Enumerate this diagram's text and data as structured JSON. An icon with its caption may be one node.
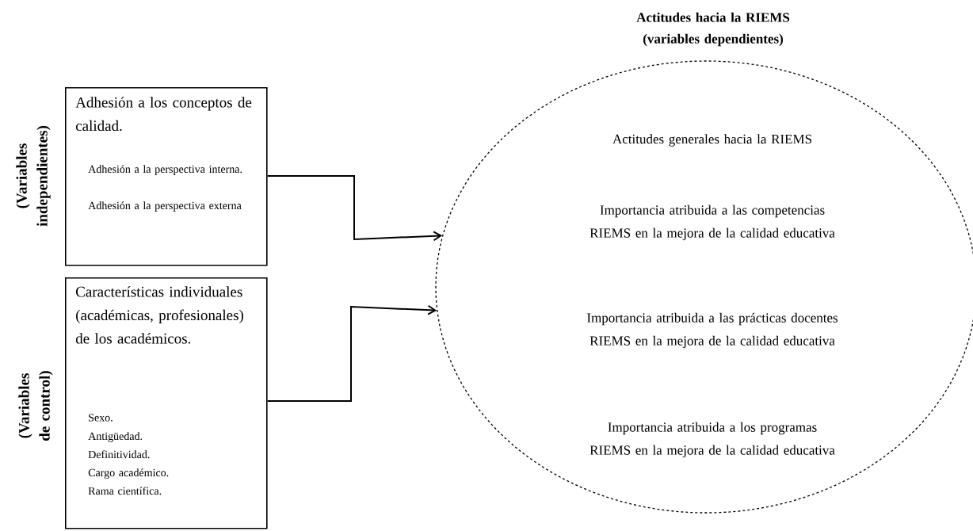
{
  "diagram": {
    "nodes": [
      {
        "text": [
          "Adhesión a los conceptos de calidad.",
          "Adhesión a la perspectiva interna.",
          "Adhesión a la perspectiva externa"
        ],
        "beside": [
          "(Variables independientes)"
        ]
      },
      {
        "text": [
          "Características individuales (académicas, profesionales) de los académicos.",
          "Sexo.",
          "Antigüedad.",
          "Definitividad.",
          "Cargo académico.",
          "Rama científica."
        ],
        "beside": [
          "(Variables de control)"
        ]
      },
      {
        "text": [
          "Actitudes hacia la RIEMS (variables dependientes)",
          "Actitudes generales hacia la RIEMS",
          "Importancia atribuida a las competencias RIEMS en la mejora de la calidad educativa",
          "Importancia atribuida a las prácticas docentes RIEMS en la mejora de la calidad educativa",
          "Importancia atribuida a los programas RIEMS en la mejora de la calidad educativa"
        ]
      }
    ],
    "edges": [
      {
        "from": 0,
        "to": 2,
        "arrow": "to"
      },
      {
        "from": 1,
        "to": 2,
        "arrow": "to"
      }
    ]
  }
}
